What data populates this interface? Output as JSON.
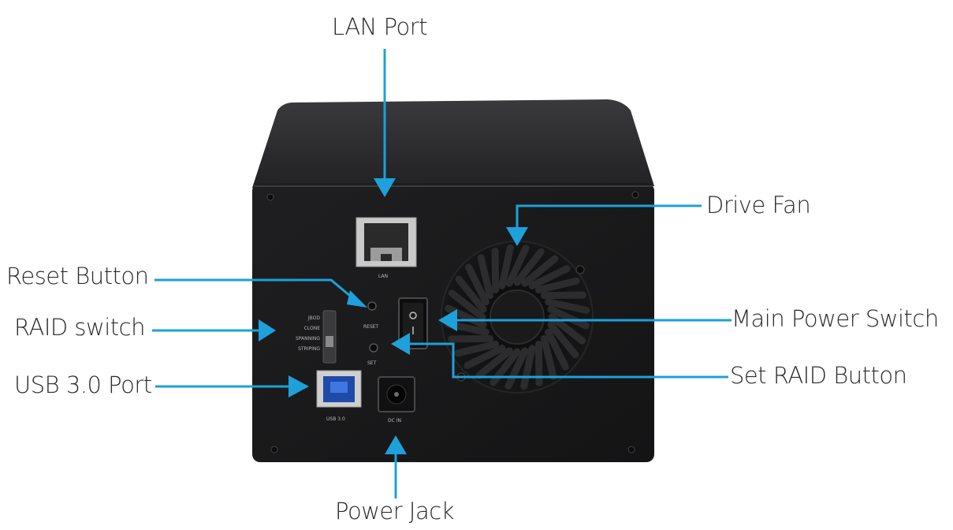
{
  "callouts": {
    "lan_port": "LAN Port",
    "drive_fan": "Drive Fan",
    "reset_button": "Reset Button",
    "raid_switch": "RAID switch",
    "usb_port": "USB 3.0 Port",
    "main_power_switch": "Main Power Switch",
    "set_raid_button": "Set RAID Button",
    "power_jack": "Power Jack"
  },
  "device_markings": {
    "lan": "LAN",
    "reset": "RESET",
    "set": "SET",
    "usb": "USB 3.0",
    "dc_in": "DC IN",
    "raid_modes": [
      "JBOD",
      "CLONE",
      "SPANNING",
      "STRIPING"
    ]
  },
  "colors": {
    "arrow": "#1ea0da",
    "device_body": "#1b1b1d",
    "label_text": "#2b2b2b"
  }
}
